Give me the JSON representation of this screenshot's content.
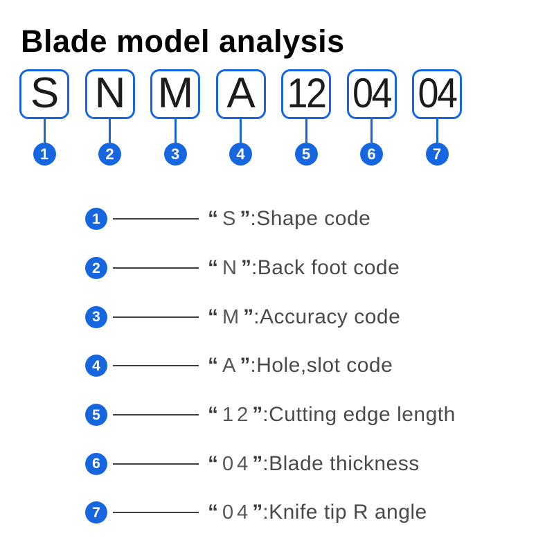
{
  "title": "Blade model analysis",
  "segments": [
    {
      "num": "1",
      "code": "S",
      "meaning": "Shape code"
    },
    {
      "num": "2",
      "code": "N",
      "meaning": "Back foot code"
    },
    {
      "num": "3",
      "code": "M",
      "meaning": "Accuracy code"
    },
    {
      "num": "4",
      "code": "A",
      "meaning": "Hole,slot code"
    },
    {
      "num": "5",
      "code": "12",
      "meaning": "Cutting edge length"
    },
    {
      "num": "6",
      "code": "04",
      "meaning": "Blade thickness"
    },
    {
      "num": "7",
      "code": "04",
      "meaning": "Knife tip R angle"
    }
  ],
  "legend": {
    "open_quote": "“",
    "close_quote": "”",
    "colon": ":"
  },
  "colors": {
    "blue": "#1667df",
    "box_text": "#1c1c1c",
    "legend_text": "#4a4a4a",
    "leader_line": "#3d3d3d",
    "title_text": "#030303",
    "background": "#ffffff"
  }
}
